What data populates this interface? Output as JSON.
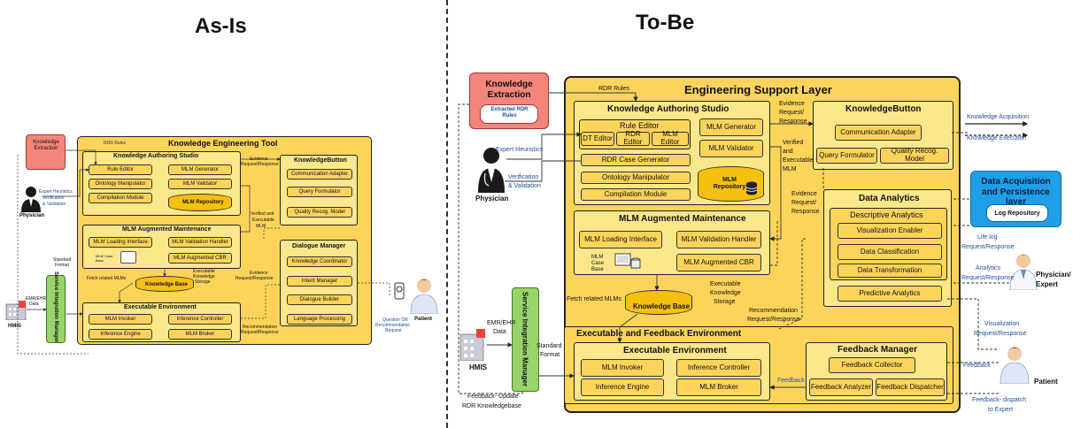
{
  "headings": {
    "as_is": "As-Is",
    "to_be": "To-Be"
  },
  "as_is": {
    "ket_title": "Knowledge Engineering Tool",
    "kas_title": "Knowledge Authoring Studio",
    "kas_items": [
      "Rule Editor",
      "MLM Generator",
      "Ontology Manipulator",
      "MLM Validator",
      "Compilation Module"
    ],
    "mlm_repository": "MLM Repository",
    "mlm_am_title": "MLM Augmented Maintenance",
    "mlm_am_items": [
      "MLM Loading Interface",
      "MLM Validation Handler",
      "MLM Augmented CBR"
    ],
    "mlm_case_base": "MLM Case Base",
    "kb_title": "KnowledgeButton",
    "kb_items": [
      "Communication Adapter",
      "Query Formulator",
      "Quality Recog. Model"
    ],
    "dm_title": "Dialogue Manager",
    "dm_items": [
      "Knowledge Coordinator",
      "Intent Manager",
      "Dialogue Builder",
      "Language Processing"
    ],
    "exec_title": "Executable Environment",
    "exec_items": [
      "MLM Invoker",
      "Inference Controller",
      "Inference Engine",
      "MLM Broker"
    ],
    "knowledge_base": "Knowledge Base",
    "knowledge_extraction": "Knowledge Extraction",
    "sim": "Service Integration Manager",
    "labels": {
      "rdr_rules": "RDR Rules",
      "expert_heuristics": "Expert Heuristics",
      "verification": "Verification",
      "validation": "& Validation",
      "physician": "Physician",
      "evidence_rr_1": "Evidence",
      "evidence_rr_2": "Request/Response",
      "verified_1": "Verified and",
      "verified_2": "Executable",
      "verified_3": "MLM",
      "fetch": "Fetch related MLMs",
      "exec_storage_1": "Executable",
      "exec_storage_2": "Knowledge",
      "exec_storage_3": "Storage",
      "evidence2_1": "Evidence",
      "evidence2_2": "Request/Response",
      "recom_1": "Recommendation",
      "recom_2": "Request/Response",
      "standard_1": "Standard",
      "standard_2": "Format",
      "emr_1": "EMR/EHR",
      "emr_2": "Data",
      "hmis": "HMIS",
      "question_1": "Question OR",
      "question_2": "Recommendation",
      "question_3": "Request",
      "patient": "Patient"
    }
  },
  "to_be": {
    "esl_title": "Engineering Support Layer",
    "kas_title": "Knowledge Authoring Studio",
    "rule_editor": "Rule Editor",
    "editors": [
      "DT Editor",
      "RDR Editor",
      "MLM Editor"
    ],
    "kas_items": [
      "RDR Case Generator",
      "Ontology Manipulator",
      "Compilation Module"
    ],
    "mlm_generator": "MLM Generator",
    "mlm_validator": "MLM Validator",
    "mlm_repository": "MLM Repository",
    "kb_title": "KnowledgeButton",
    "kb_items": [
      "Communication Adapter",
      "Query Formulator",
      "Quality Recog. Model"
    ],
    "mlm_am_title": "MLM Augmented Maintenance",
    "mlm_am_items": [
      "MLM Loading Interface",
      "MLM Validation Handler",
      "MLM Augmented CBR"
    ],
    "mlm_case_base": "MLM Case Base",
    "knowledge_base": "Knowledge Base",
    "da_title": "Data Analytics",
    "descriptive": "Descriptive Analytics",
    "da_items": [
      "Visualization Enabler",
      "Data Classification",
      "Data Transformation"
    ],
    "predictive": "Predictive Analytics",
    "efe_title": "Executable and Feedback Environment",
    "exec_title": "Executable Environment",
    "exec_items": [
      "MLM Invoker",
      "Inference Controller",
      "Inference Engine",
      "MLM Broker"
    ],
    "fm_title": "Feedback Manager",
    "fm_items": [
      "Feedback Collector",
      "Feedback Analyzer",
      "Feedback Dispatcher"
    ],
    "ke_title": "Knowledge Extraction",
    "ke_sub": "Extracted RDR Rules",
    "dapl_title": "Data Acquisition and Persistence layer",
    "log_repo": "Log Repository",
    "sim": "Service Integration Manager",
    "legend": {
      "acq": "Knowledge Acquisition",
      "exec": "Knowledge Execution"
    },
    "labels": {
      "rdr_rules": "RDR Rules",
      "expert_heuristics": "Expert Heuristics",
      "verification": "Verification",
      "validation": "& Validation",
      "physician": "Physician",
      "evidence_1": "Evidence",
      "evidence_2": "Request/",
      "evidence_3": "Response",
      "verified_1": "Verified",
      "verified_2": "and",
      "verified_3": "Executable",
      "verified_4": "MLM",
      "evidence_b_1": "Evidence",
      "evidence_b_2": "Request/",
      "evidence_b_3": "Response",
      "fetch": "Fetch related MLMs",
      "exec_storage_1": "Executable",
      "exec_storage_2": "Knowledge",
      "exec_storage_3": "Storage",
      "recom_1": "Recommendation",
      "recom_2": "Request/Response",
      "emr_1": "EMR/EHR",
      "emr_2": "Data",
      "standard_1": "Standard",
      "standard_2": "Format",
      "hmis": "HMIS",
      "feedback_update_1": "Feedback- Update",
      "feedback_update_2": "RDR  Knowledgebase",
      "lifelog_1": "Life log",
      "lifelog_2": "Request/Response",
      "analytics_1": "Analytics",
      "analytics_2": "Request/Response",
      "visreq_1": "Visualization",
      "visreq_2": "Request/Response",
      "physician_expert_1": "Physician/",
      "physician_expert_2": "Expert",
      "feedback_right": "Feedback",
      "feedback_inner": "Feedback",
      "patient": "Patient",
      "dispatch_1": "Feedback- dispatch",
      "dispatch_2": "to Expert"
    }
  }
}
